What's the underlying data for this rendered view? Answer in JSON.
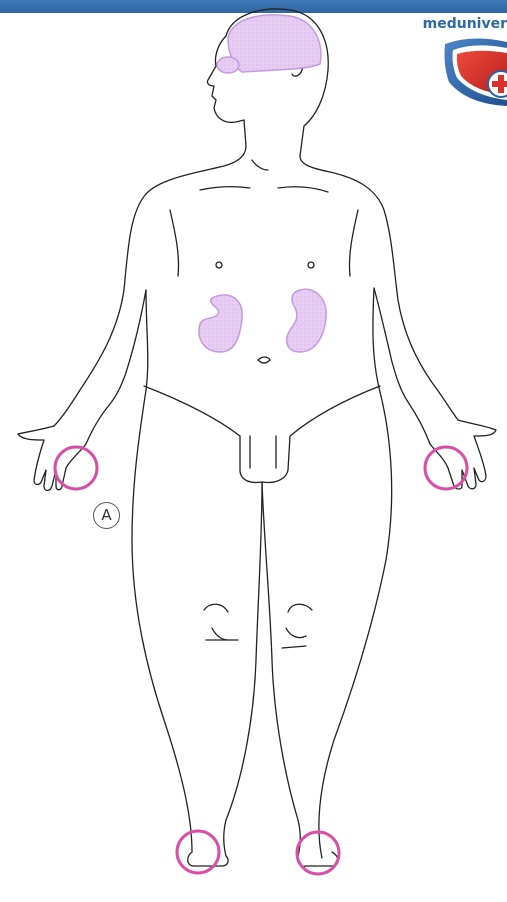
{
  "header": {
    "brand_text": "meduniver",
    "bar_color": "#3a74b2"
  },
  "figure": {
    "panel_label": "A",
    "highlight_fill": "#e7c8f2",
    "highlight_stroke": "#c49ae0",
    "marker_color": "#d94fa8",
    "outline_color": "#222222",
    "markers": [
      "left-wrist",
      "right-wrist",
      "left-ankle",
      "right-ankle"
    ],
    "highlighted_organs": [
      "brain",
      "eye",
      "left-kidney",
      "right-kidney"
    ]
  },
  "logo": {
    "icon": "shield-cross-icon",
    "colors": [
      "#2c5fa3",
      "#d9302b",
      "#ffffff"
    ]
  }
}
